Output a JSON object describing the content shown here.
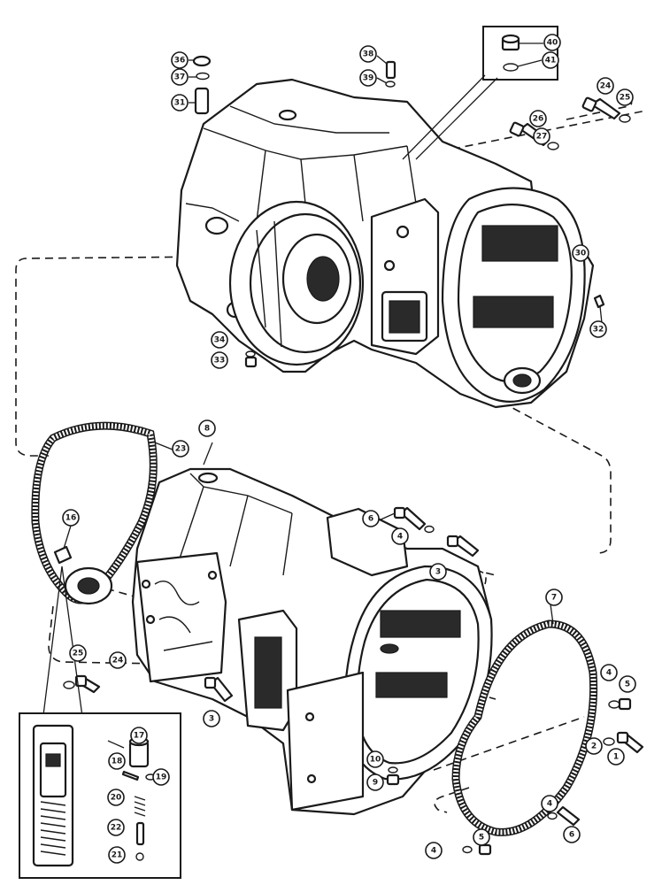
{
  "callouts": [
    {
      "num": "36"
    },
    {
      "num": "37"
    },
    {
      "num": "31"
    },
    {
      "num": "38"
    },
    {
      "num": "39"
    },
    {
      "num": "40"
    },
    {
      "num": "41"
    },
    {
      "num": "24"
    },
    {
      "num": "25"
    },
    {
      "num": "26"
    },
    {
      "num": "27"
    },
    {
      "num": "30"
    },
    {
      "num": "32"
    },
    {
      "num": "34"
    },
    {
      "num": "33"
    },
    {
      "num": "8"
    },
    {
      "num": "23"
    },
    {
      "num": "16"
    },
    {
      "num": "6"
    },
    {
      "num": "4"
    },
    {
      "num": "3"
    },
    {
      "num": "7"
    },
    {
      "num": "25"
    },
    {
      "num": "24"
    },
    {
      "num": "4"
    },
    {
      "num": "5"
    },
    {
      "num": "3"
    },
    {
      "num": "2"
    },
    {
      "num": "1"
    },
    {
      "num": "17"
    },
    {
      "num": "18"
    },
    {
      "num": "19"
    },
    {
      "num": "20"
    },
    {
      "num": "22"
    },
    {
      "num": "21"
    },
    {
      "num": "10"
    },
    {
      "num": "9"
    },
    {
      "num": "4"
    },
    {
      "num": "6"
    },
    {
      "num": "4"
    },
    {
      "num": "5"
    }
  ]
}
